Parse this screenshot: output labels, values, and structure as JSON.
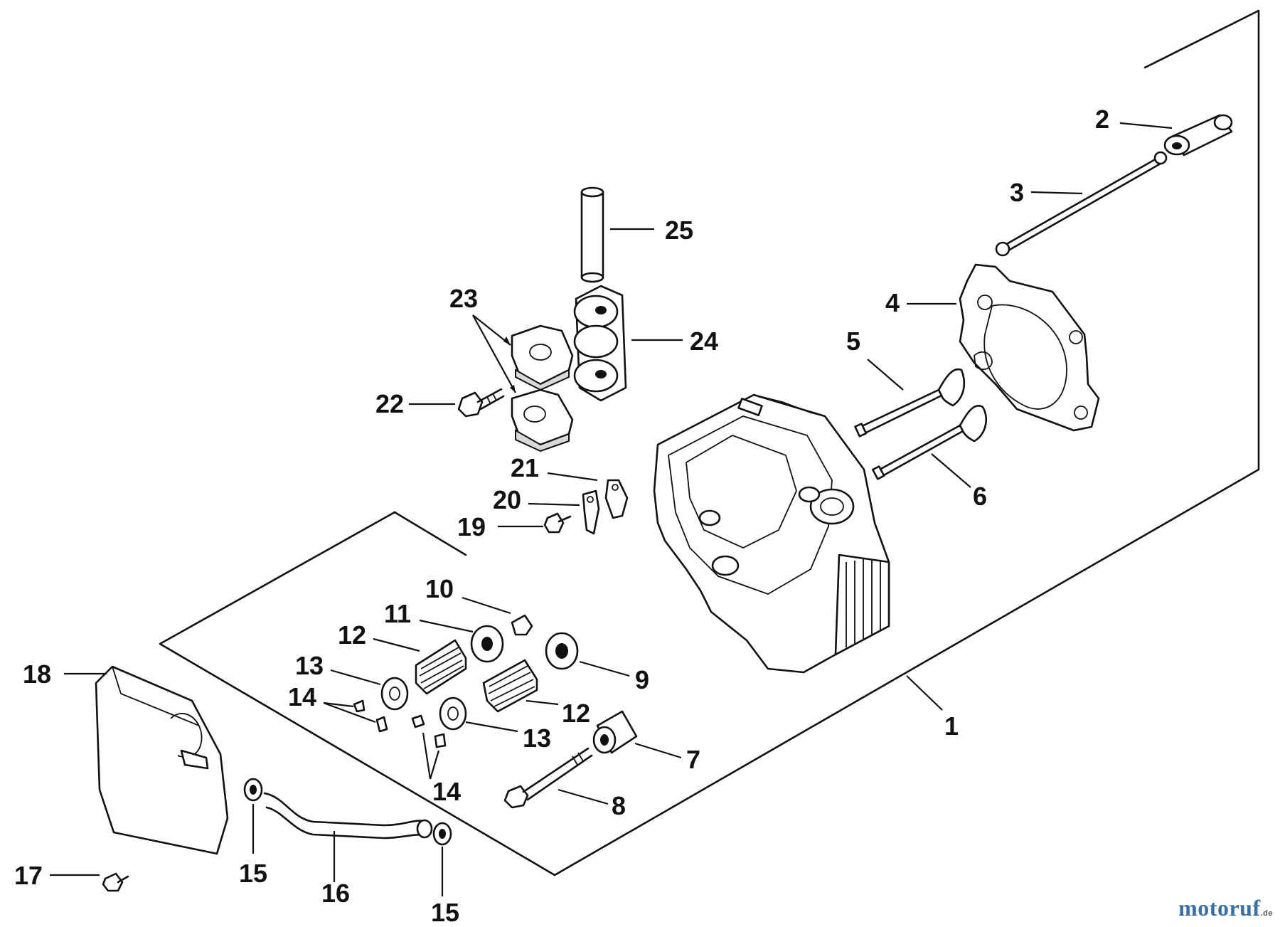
{
  "watermark": {
    "brand": "motoruf",
    "tld": ".de"
  },
  "parts": [
    {
      "id": "p1",
      "label": "1"
    },
    {
      "id": "p2",
      "label": "2"
    },
    {
      "id": "p3",
      "label": "3"
    },
    {
      "id": "p4",
      "label": "4"
    },
    {
      "id": "p5",
      "label": "5"
    },
    {
      "id": "p6",
      "label": "6"
    },
    {
      "id": "p7",
      "label": "7"
    },
    {
      "id": "p8",
      "label": "8"
    },
    {
      "id": "p9",
      "label": "9"
    },
    {
      "id": "p10",
      "label": "10"
    },
    {
      "id": "p11",
      "label": "11"
    },
    {
      "id": "p12a",
      "label": "12"
    },
    {
      "id": "p12b",
      "label": "12"
    },
    {
      "id": "p13a",
      "label": "13"
    },
    {
      "id": "p13b",
      "label": "13"
    },
    {
      "id": "p14a",
      "label": "14"
    },
    {
      "id": "p14b",
      "label": "14"
    },
    {
      "id": "p15a",
      "label": "15"
    },
    {
      "id": "p15b",
      "label": "15"
    },
    {
      "id": "p16",
      "label": "16"
    },
    {
      "id": "p17",
      "label": "17"
    },
    {
      "id": "p18",
      "label": "18"
    },
    {
      "id": "p19",
      "label": "19"
    },
    {
      "id": "p20",
      "label": "20"
    },
    {
      "id": "p21",
      "label": "21"
    },
    {
      "id": "p22",
      "label": "22"
    },
    {
      "id": "p23",
      "label": "23"
    },
    {
      "id": "p24",
      "label": "24"
    },
    {
      "id": "p25",
      "label": "25"
    }
  ],
  "colors": {
    "ink": "#111111",
    "background": "#ffffff"
  }
}
